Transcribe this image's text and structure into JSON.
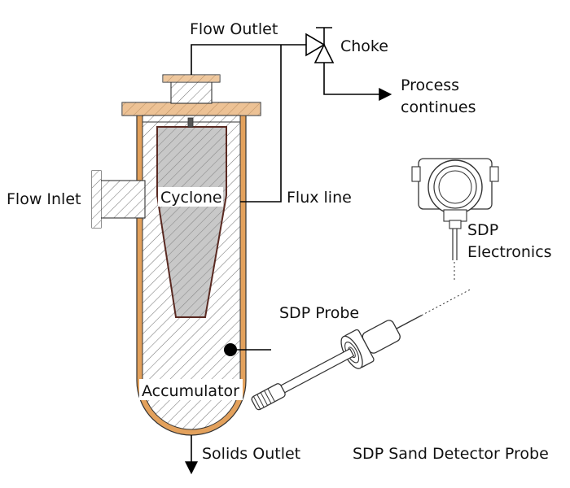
{
  "labels": {
    "flow_outlet": "Flow Outlet",
    "choke": "Choke",
    "process_continues_line1": "Process",
    "process_continues_line2": "continues",
    "flow_inlet": "Flow Inlet",
    "cyclone": "Cyclone",
    "flux_line": "Flux line",
    "sdp_electronics_line1": "SDP",
    "sdp_electronics_line2": "Electronics",
    "sdp_probe": "SDP Probe",
    "accumulator": "Accumulator",
    "solids_outlet": "Solids Outlet",
    "caption": "SDP Sand Detector Probe"
  },
  "colors": {
    "vessel_wall": "#e3a15c",
    "hatch": "#7a7a7a",
    "cyclone_fill": "#c8c8c8",
    "cyclone_outline": "#5a2a22",
    "line": "#000000"
  }
}
